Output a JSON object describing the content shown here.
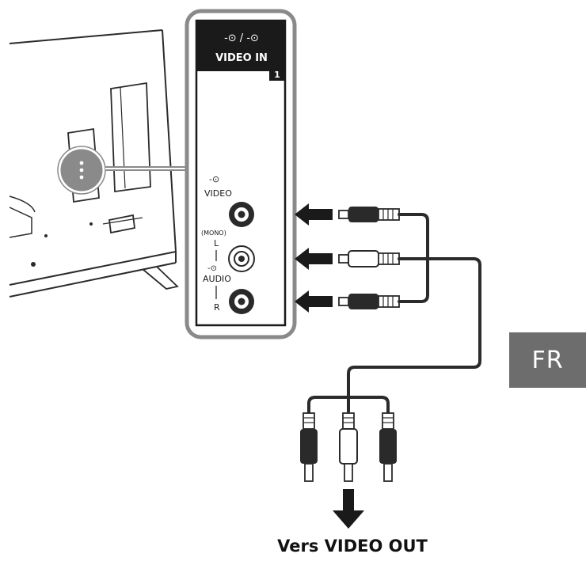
{
  "panel": {
    "header_label": "VIDEO IN",
    "input_number": "1",
    "video_label": "VIDEO",
    "mono_label": "(MONO)",
    "left_label": "L",
    "audio_label": "AUDIO",
    "right_label": "R",
    "input_icons": "-⊙ / -⊙",
    "jack_icon": "-⊙"
  },
  "language_tab": "FR",
  "caption": "Vers VIDEO OUT",
  "colors": {
    "line": "#2b2b2b",
    "panel_black": "#1a1a1a",
    "tab_gray": "#6d6d6d",
    "highlight_gray": "#8a8a8a"
  }
}
